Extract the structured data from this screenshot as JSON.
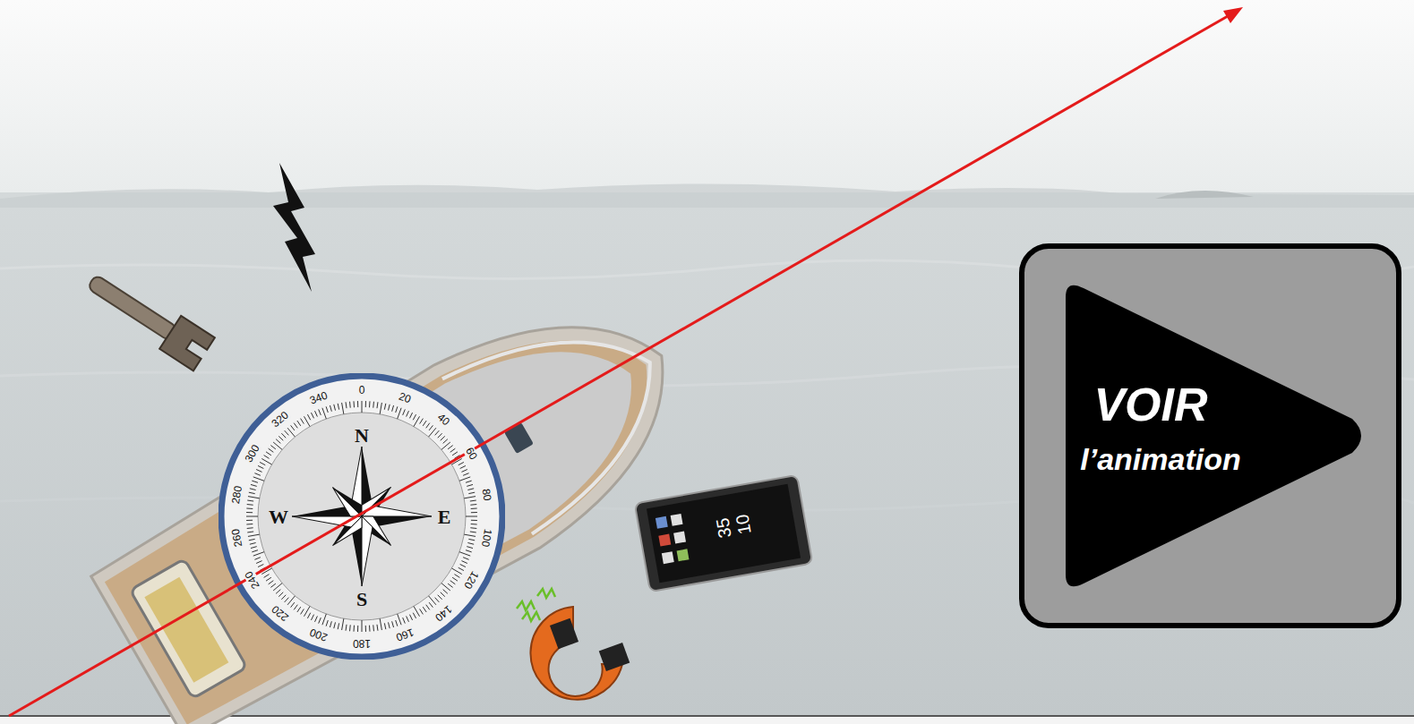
{
  "diagram": {
    "nodes": [
      {
        "text": [
          "N",
          "E",
          "S",
          "W"
        ]
      },
      {
        "text": [
          "VOIR",
          "l’animation"
        ]
      }
    ],
    "labels": [
      "0",
      "20",
      "40",
      "60",
      "80",
      "100",
      "120",
      "140",
      "160",
      "180",
      "200",
      "220",
      "240",
      "260",
      "280",
      "300",
      "320",
      "340",
      "10",
      "35"
    ]
  }
}
